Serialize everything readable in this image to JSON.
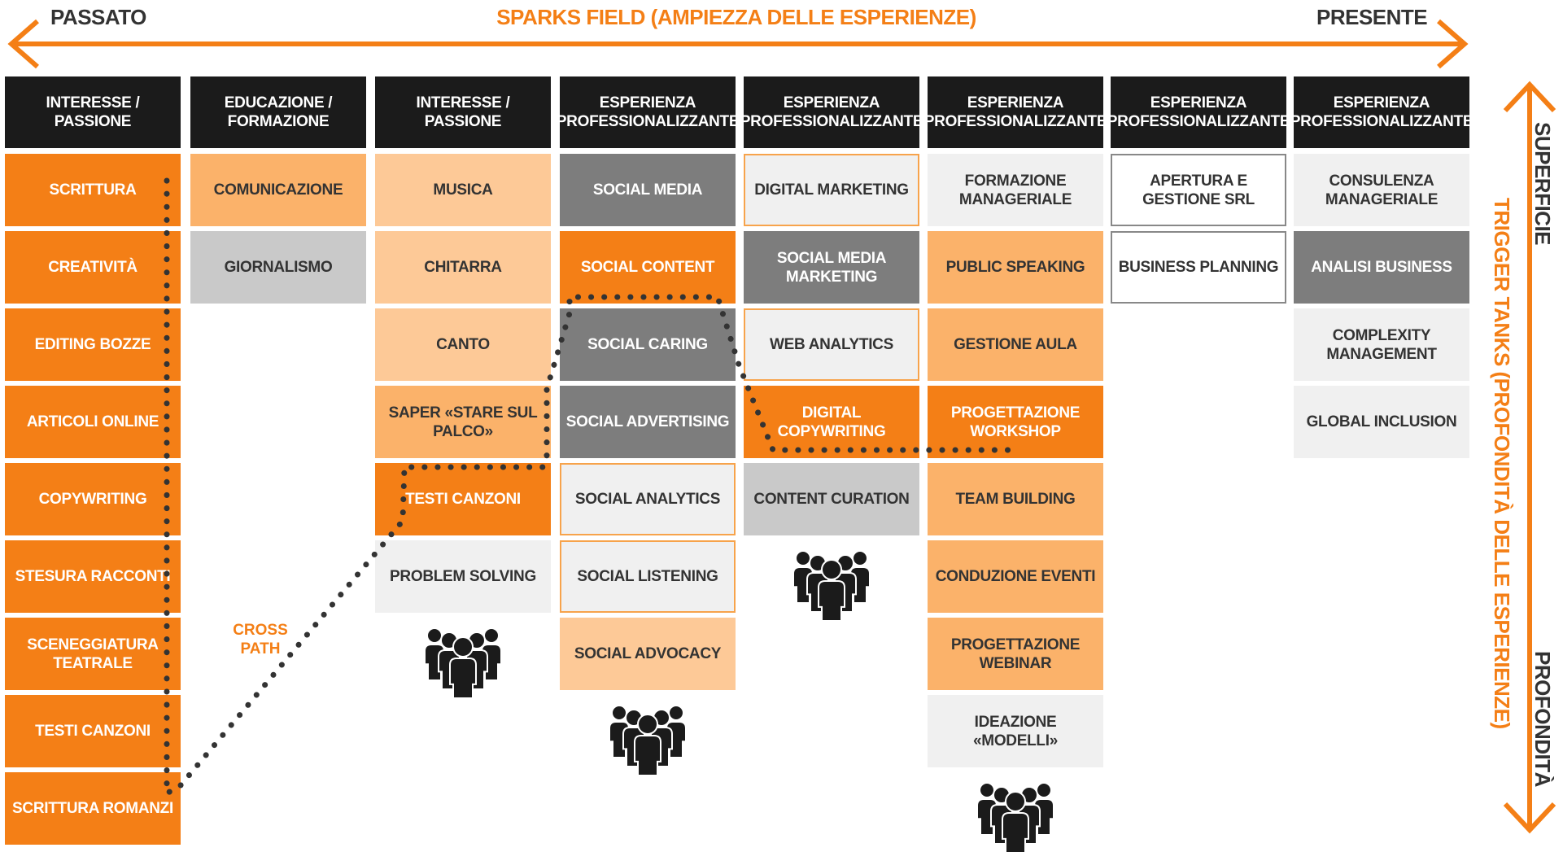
{
  "top": {
    "left_label": "PASSATO",
    "center_label": "SPARKS FIELD (AMPIEZZA DELLE ESPERIENZE)",
    "right_label": "PRESENTE"
  },
  "right_axis": {
    "top_label": "SUPERFICIE",
    "middle_label": "TRIGGER TANKS (PROFONDITÀ DELLE ESPERIENZE)",
    "bottom_label": "PROFONDITÀ"
  },
  "cross_path_label": "CROSS PATH",
  "colors": {
    "accent_orange": "#f47f16",
    "header_black": "#1b1b1b",
    "dark_gray": "#7d7d7d",
    "light_gray": "#c9c9c9",
    "peach": "#fdc997",
    "mid_orange": "#fbb26a",
    "pale_gray": "#f0f0f0"
  },
  "columns": [
    {
      "header": "INTERESSE / PASSIONE",
      "cells": [
        {
          "label": "SCRITTURA",
          "style": "orange"
        },
        {
          "label": "CREATIVITÀ",
          "style": "orange"
        },
        {
          "label": "EDITING BOZZE",
          "style": "orange"
        },
        {
          "label": "ARTICOLI ONLINE",
          "style": "orange"
        },
        {
          "label": "COPYWRITING",
          "style": "orange"
        },
        {
          "label": "STESURA RACCONTI",
          "style": "orange"
        },
        {
          "label": "SCENEGGIATURA TEATRALE",
          "style": "orange"
        },
        {
          "label": "TESTI CANZONI",
          "style": "orange"
        },
        {
          "label": "SCRITTURA ROMANZI",
          "style": "orange"
        }
      ],
      "people_icon": false
    },
    {
      "header": "EDUCAZIONE / FORMAZIONE",
      "cells": [
        {
          "label": "COMUNICAZIONE",
          "style": "midorange"
        },
        {
          "label": "GIORNALISMO",
          "style": "lightgray"
        }
      ],
      "people_icon": false
    },
    {
      "header": "INTERESSE / PASSIONE",
      "cells": [
        {
          "label": "MUSICA",
          "style": "peach"
        },
        {
          "label": "CHITARRA",
          "style": "peach"
        },
        {
          "label": "CANTO",
          "style": "peach"
        },
        {
          "label": "SAPER «STARE SUL PALCO»",
          "style": "midorange"
        },
        {
          "label": "TESTI CANZONI",
          "style": "orange"
        },
        {
          "label": "PROBLEM SOLVING",
          "style": "paleg"
        }
      ],
      "people_icon": true
    },
    {
      "header": "ESPERIENZA PROFESSIONALIZZANTE",
      "cells": [
        {
          "label": "SOCIAL MEDIA",
          "style": "darkgray"
        },
        {
          "label": "SOCIAL CONTENT",
          "style": "orange"
        },
        {
          "label": "SOCIAL CARING",
          "style": "darkgray"
        },
        {
          "label": "SOCIAL ADVERTISING",
          "style": "darkgray"
        },
        {
          "label": "SOCIAL ANALYTICS",
          "style": "outline-orange"
        },
        {
          "label": "SOCIAL LISTENING",
          "style": "outline-orange"
        },
        {
          "label": "SOCIAL ADVOCACY",
          "style": "peach"
        }
      ],
      "people_icon": true
    },
    {
      "header": "ESPERIENZA PROFESSIONALIZZANTE",
      "cells": [
        {
          "label": "DIGITAL MARKETING",
          "style": "outline-orange"
        },
        {
          "label": "SOCIAL MEDIA MARKETING",
          "style": "darkgray"
        },
        {
          "label": "WEB ANALYTICS",
          "style": "outline-orange"
        },
        {
          "label": "DIGITAL COPYWRITING",
          "style": "orange"
        },
        {
          "label": "CONTENT CURATION",
          "style": "lightgray"
        }
      ],
      "people_icon": true
    },
    {
      "header": "ESPERIENZA PROFESSIONALIZZANTE",
      "cells": [
        {
          "label": "FORMAZIONE MANAGERIALE",
          "style": "paleg"
        },
        {
          "label": "PUBLIC SPEAKING",
          "style": "midorange"
        },
        {
          "label": "GESTIONE AULA",
          "style": "midorange"
        },
        {
          "label": "PROGETTAZIONE WORKSHOP",
          "style": "orange"
        },
        {
          "label": "TEAM BUILDING",
          "style": "midorange"
        },
        {
          "label": "CONDUZIONE EVENTI",
          "style": "midorange"
        },
        {
          "label": "PROGETTAZIONE WEBINAR",
          "style": "midorange"
        },
        {
          "label": "IDEAZIONE «MODELLI»",
          "style": "paleg"
        }
      ],
      "people_icon": true
    },
    {
      "header": "ESPERIENZA PROFESSIONALIZZANTE",
      "cells": [
        {
          "label": "APERTURA E GESTIONE SRL",
          "style": "outline-dark"
        },
        {
          "label": "BUSINESS PLANNING",
          "style": "outline-dark"
        }
      ],
      "people_icon": false
    },
    {
      "header": "ESPERIENZA PROFESSIONALIZZANTE",
      "cells": [
        {
          "label": "CONSULENZA MANAGERIALE",
          "style": "paleg"
        },
        {
          "label": "ANALISI BUSINESS",
          "style": "darkgray"
        },
        {
          "label": "COMPLEXITY MANAGEMENT",
          "style": "paleg"
        },
        {
          "label": "GLOBAL INCLUSION",
          "style": "paleg"
        }
      ],
      "people_icon": false
    }
  ]
}
